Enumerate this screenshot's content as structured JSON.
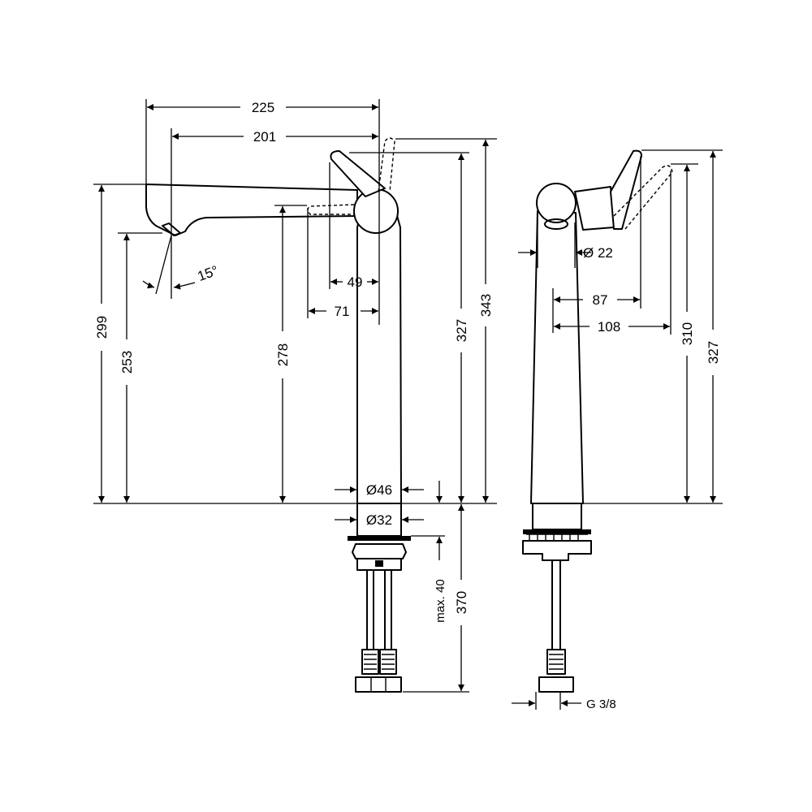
{
  "front_view": {
    "dims": {
      "d225": "225",
      "d201": "201",
      "d49": "49",
      "d71": "71",
      "d299": "299",
      "d253": "253",
      "d278": "278",
      "d327": "327",
      "d343": "343",
      "d46": "Ø46",
      "d32": "Ø32",
      "d370": "370",
      "dmax40": "max. 40",
      "angle": "15°"
    }
  },
  "side_view": {
    "dims": {
      "d22": "Ø 22",
      "d87": "87",
      "d108": "108",
      "d310": "310",
      "d327": "327",
      "thread": "G 3/8"
    }
  }
}
